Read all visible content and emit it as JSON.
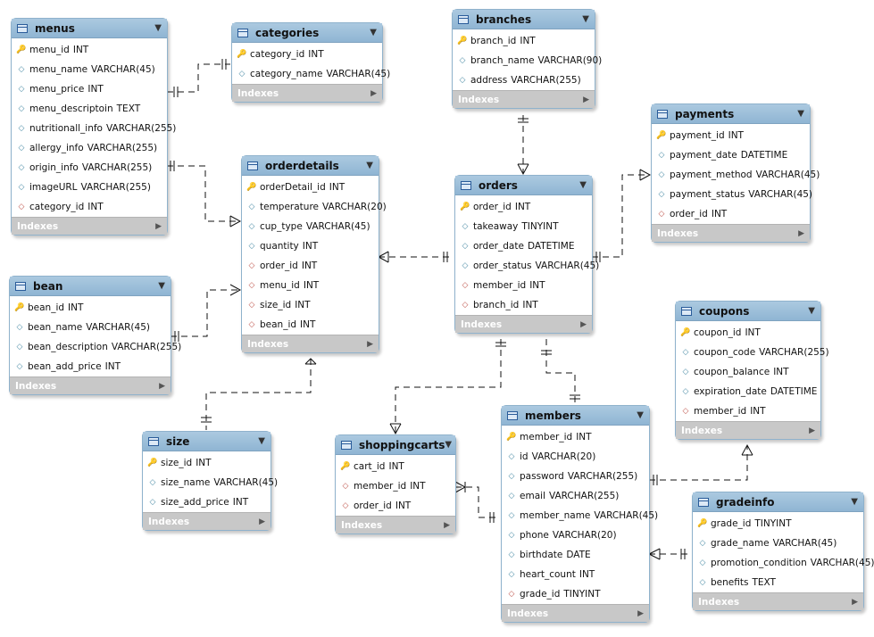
{
  "tables": {
    "menus": {
      "name": "menus",
      "footer": "Indexes",
      "columns": [
        {
          "key": "pk",
          "name": "menu_id",
          "type": "INT"
        },
        {
          "key": "col",
          "name": "menu_name",
          "type": "VARCHAR(45)"
        },
        {
          "key": "col",
          "name": "menu_price",
          "type": "INT"
        },
        {
          "key": "col",
          "name": "menu_descriptoin",
          "type": "TEXT"
        },
        {
          "key": "col",
          "name": "nutritionall_info",
          "type": "VARCHAR(255)"
        },
        {
          "key": "col",
          "name": "allergy_info",
          "type": "VARCHAR(255)"
        },
        {
          "key": "col",
          "name": "origin_info",
          "type": "VARCHAR(255)"
        },
        {
          "key": "col",
          "name": "imageURL",
          "type": "VARCHAR(255)"
        },
        {
          "key": "fk",
          "name": "category_id",
          "type": "INT"
        }
      ]
    },
    "categories": {
      "name": "categories",
      "footer": "Indexes",
      "columns": [
        {
          "key": "pk",
          "name": "category_id",
          "type": "INT"
        },
        {
          "key": "col",
          "name": "category_name",
          "type": "VARCHAR(45)"
        }
      ]
    },
    "branches": {
      "name": "branches",
      "footer": "Indexes",
      "columns": [
        {
          "key": "pk",
          "name": "branch_id",
          "type": "INT"
        },
        {
          "key": "col",
          "name": "branch_name",
          "type": "VARCHAR(90)"
        },
        {
          "key": "col",
          "name": "address",
          "type": "VARCHAR(255)"
        }
      ]
    },
    "payments": {
      "name": "payments",
      "footer": "Indexes",
      "columns": [
        {
          "key": "pk",
          "name": "payment_id",
          "type": "INT"
        },
        {
          "key": "col",
          "name": "payment_date",
          "type": "DATETIME"
        },
        {
          "key": "col",
          "name": "payment_method",
          "type": "VARCHAR(45)"
        },
        {
          "key": "col",
          "name": "payment_status",
          "type": "VARCHAR(45)"
        },
        {
          "key": "fk",
          "name": "order_id",
          "type": "INT"
        }
      ]
    },
    "orderdetails": {
      "name": "orderdetails",
      "footer": "Indexes",
      "columns": [
        {
          "key": "pk",
          "name": "orderDetail_id",
          "type": "INT"
        },
        {
          "key": "col",
          "name": "temperature",
          "type": "VARCHAR(20)"
        },
        {
          "key": "col",
          "name": "cup_type",
          "type": "VARCHAR(45)"
        },
        {
          "key": "col",
          "name": "quantity",
          "type": "INT"
        },
        {
          "key": "fk",
          "name": "order_id",
          "type": "INT"
        },
        {
          "key": "fk",
          "name": "menu_id",
          "type": "INT"
        },
        {
          "key": "fk",
          "name": "size_id",
          "type": "INT"
        },
        {
          "key": "fk",
          "name": "bean_id",
          "type": "INT"
        }
      ]
    },
    "orders": {
      "name": "orders",
      "footer": "Indexes",
      "columns": [
        {
          "key": "pk",
          "name": "order_id",
          "type": "INT"
        },
        {
          "key": "col",
          "name": "takeaway",
          "type": "TINYINT"
        },
        {
          "key": "col",
          "name": "order_date",
          "type": "DATETIME"
        },
        {
          "key": "col",
          "name": "order_status",
          "type": "VARCHAR(45)"
        },
        {
          "key": "fk",
          "name": "member_id",
          "type": "INT"
        },
        {
          "key": "fk",
          "name": "branch_id",
          "type": "INT"
        }
      ]
    },
    "bean": {
      "name": "bean",
      "footer": "Indexes",
      "columns": [
        {
          "key": "pk",
          "name": "bean_id",
          "type": "INT"
        },
        {
          "key": "col",
          "name": "bean_name",
          "type": "VARCHAR(45)"
        },
        {
          "key": "col",
          "name": "bean_description",
          "type": "VARCHAR(255)"
        },
        {
          "key": "col",
          "name": "bean_add_price",
          "type": "INT"
        }
      ]
    },
    "coupons": {
      "name": "coupons",
      "footer": "Indexes",
      "columns": [
        {
          "key": "pk",
          "name": "coupon_id",
          "type": "INT"
        },
        {
          "key": "col",
          "name": "coupon_code",
          "type": "VARCHAR(255)"
        },
        {
          "key": "col",
          "name": "coupon_balance",
          "type": "INT"
        },
        {
          "key": "col",
          "name": "expiration_date",
          "type": "DATETIME"
        },
        {
          "key": "fk",
          "name": "member_id",
          "type": "INT"
        }
      ]
    },
    "size": {
      "name": "size",
      "footer": "Indexes",
      "columns": [
        {
          "key": "pk",
          "name": "size_id",
          "type": "INT"
        },
        {
          "key": "col",
          "name": "size_name",
          "type": "VARCHAR(45)"
        },
        {
          "key": "col",
          "name": "size_add_price",
          "type": "INT"
        }
      ]
    },
    "shoppingcarts": {
      "name": "shoppingcarts",
      "footer": "Indexes",
      "columns": [
        {
          "key": "pk",
          "name": "cart_id",
          "type": "INT"
        },
        {
          "key": "fk",
          "name": "member_id",
          "type": "INT"
        },
        {
          "key": "fk",
          "name": "order_id",
          "type": "INT"
        }
      ]
    },
    "members": {
      "name": "members",
      "footer": "Indexes",
      "columns": [
        {
          "key": "pk",
          "name": "member_id",
          "type": "INT"
        },
        {
          "key": "col",
          "name": "id",
          "type": "VARCHAR(20)"
        },
        {
          "key": "col",
          "name": "password",
          "type": "VARCHAR(255)"
        },
        {
          "key": "col",
          "name": "email",
          "type": "VARCHAR(255)"
        },
        {
          "key": "col",
          "name": "member_name",
          "type": "VARCHAR(45)"
        },
        {
          "key": "col",
          "name": "phone",
          "type": "VARCHAR(20)"
        },
        {
          "key": "col",
          "name": "birthdate",
          "type": "DATE"
        },
        {
          "key": "col",
          "name": "heart_count",
          "type": "INT"
        },
        {
          "key": "fk",
          "name": "grade_id",
          "type": "TINYINT"
        }
      ]
    },
    "gradeinfo": {
      "name": "gradeinfo",
      "footer": "Indexes",
      "columns": [
        {
          "key": "pk",
          "name": "grade_id",
          "type": "TINYINT"
        },
        {
          "key": "col",
          "name": "grade_name",
          "type": "VARCHAR(45)"
        },
        {
          "key": "col",
          "name": "promotion_condition",
          "type": "VARCHAR(45)"
        },
        {
          "key": "col",
          "name": "benefits",
          "type": "TEXT"
        }
      ]
    }
  },
  "relationships": [
    {
      "from": "menus",
      "to": "categories"
    },
    {
      "from": "menus",
      "to": "orderdetails"
    },
    {
      "from": "bean",
      "to": "orderdetails"
    },
    {
      "from": "orderdetails",
      "to": "size"
    },
    {
      "from": "orderdetails",
      "to": "orders"
    },
    {
      "from": "branches",
      "to": "orders"
    },
    {
      "from": "orders",
      "to": "payments"
    },
    {
      "from": "orders",
      "to": "shoppingcarts"
    },
    {
      "from": "orders",
      "to": "members"
    },
    {
      "from": "shoppingcarts",
      "to": "members"
    },
    {
      "from": "members",
      "to": "coupons"
    },
    {
      "from": "members",
      "to": "gradeinfo"
    }
  ]
}
